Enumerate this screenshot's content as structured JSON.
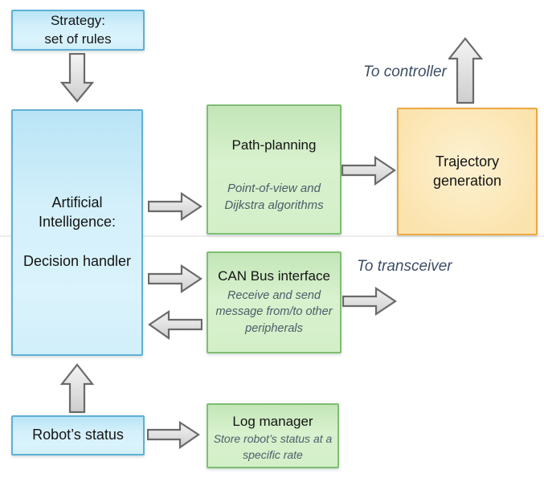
{
  "diagram": {
    "boxes": {
      "strategy": {
        "line1": "Strategy:",
        "line2": "set of rules"
      },
      "ai": {
        "line1": "Artificial",
        "line2": "Intelligence:",
        "line3": "Decision handler"
      },
      "robot_status": {
        "label": "Robot’s status"
      },
      "path_planning": {
        "title": "Path-planning",
        "subtitle": "Point-of-view and Dijkstra algorithms"
      },
      "can_bus": {
        "title": "CAN Bus interface",
        "subtitle": "Receive and send message from/to other peripherals"
      },
      "log_manager": {
        "title": "Log manager",
        "subtitle": "Store robot’s status at a specific rate"
      },
      "trajectory": {
        "line1": "Trajectory",
        "line2": "generation"
      }
    },
    "labels": {
      "to_controller": "To controller",
      "to_transceiver": "To transceiver"
    },
    "arrows": [
      {
        "name": "arrow-strategy-to-ai",
        "direction": "down"
      },
      {
        "name": "arrow-ai-to-path",
        "direction": "right"
      },
      {
        "name": "arrow-path-to-traj",
        "direction": "right"
      },
      {
        "name": "arrow-traj-to-controller",
        "direction": "up"
      },
      {
        "name": "arrow-ai-to-can",
        "direction": "right"
      },
      {
        "name": "arrow-can-to-ai",
        "direction": "left"
      },
      {
        "name": "arrow-can-to-transceiver",
        "direction": "right"
      },
      {
        "name": "arrow-robot-to-ai",
        "direction": "up"
      },
      {
        "name": "arrow-robot-to-log",
        "direction": "right"
      }
    ],
    "colors": {
      "blue_fill": "#d4f0fb",
      "blue_border": "#5fb0d5",
      "green_fill": "#d8f1ce",
      "green_border": "#7fbe72",
      "orange_fill": "#fbe3ae",
      "orange_border": "#e9a93f",
      "arrow_fill": "#dcdcdc",
      "arrow_border": "#6a6a6a",
      "annotation_text": "#3c4e66",
      "subtitle_text": "#4d5c68",
      "title_text": "#141414",
      "guideline": "#ededed"
    }
  }
}
